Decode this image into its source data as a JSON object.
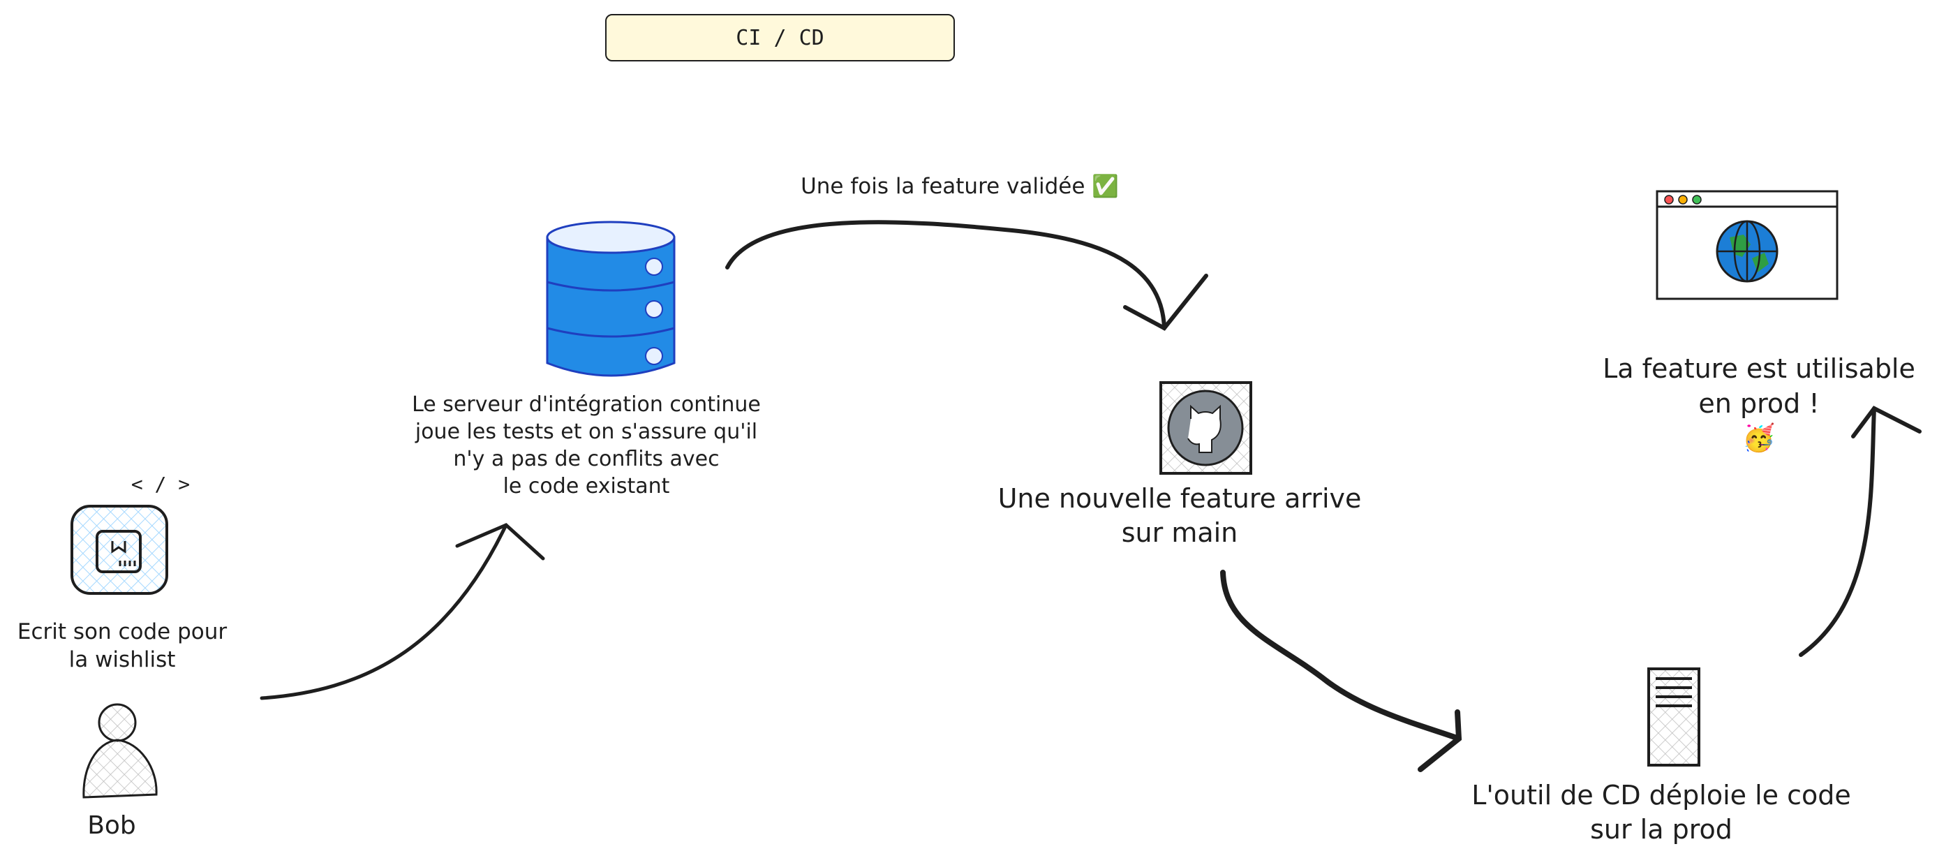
{
  "title": "CI / CD",
  "code_tag": "< / >",
  "labels": {
    "developer_action": "Ecrit son code pour\nla wishlist",
    "developer_name": "Bob",
    "ci_server": "Le serveur d'intégration continue\njoue les tests et on s'assure qu'il\nn'y a pas de conflits avec\nle code existant",
    "validated": "Une fois la feature validée",
    "validated_emoji": "✅",
    "new_feature": "Une nouvelle feature arrive\nsur main",
    "cd_tool": "L'outil de CD déploie le code\nsur la prod",
    "in_prod": "La feature est utilisable\nen prod !",
    "in_prod_emoji": "🥳"
  },
  "colors": {
    "title_bg": "#fff9db",
    "database_fill": "#228be6",
    "database_stroke": "#1971c2",
    "globe": "#1c7ed6",
    "globe_land": "#2f9e44",
    "github_circle": "#868e96",
    "hatch": "#a5d8ff",
    "window_dot_red": "#fa5252",
    "window_dot_yellow": "#fab005",
    "window_dot_green": "#40c057"
  },
  "icons": [
    "code-tag-icon",
    "laptop-icon",
    "person-icon",
    "database-icon",
    "github-icon",
    "server-icon",
    "browser-window-icon",
    "globe-icon"
  ]
}
